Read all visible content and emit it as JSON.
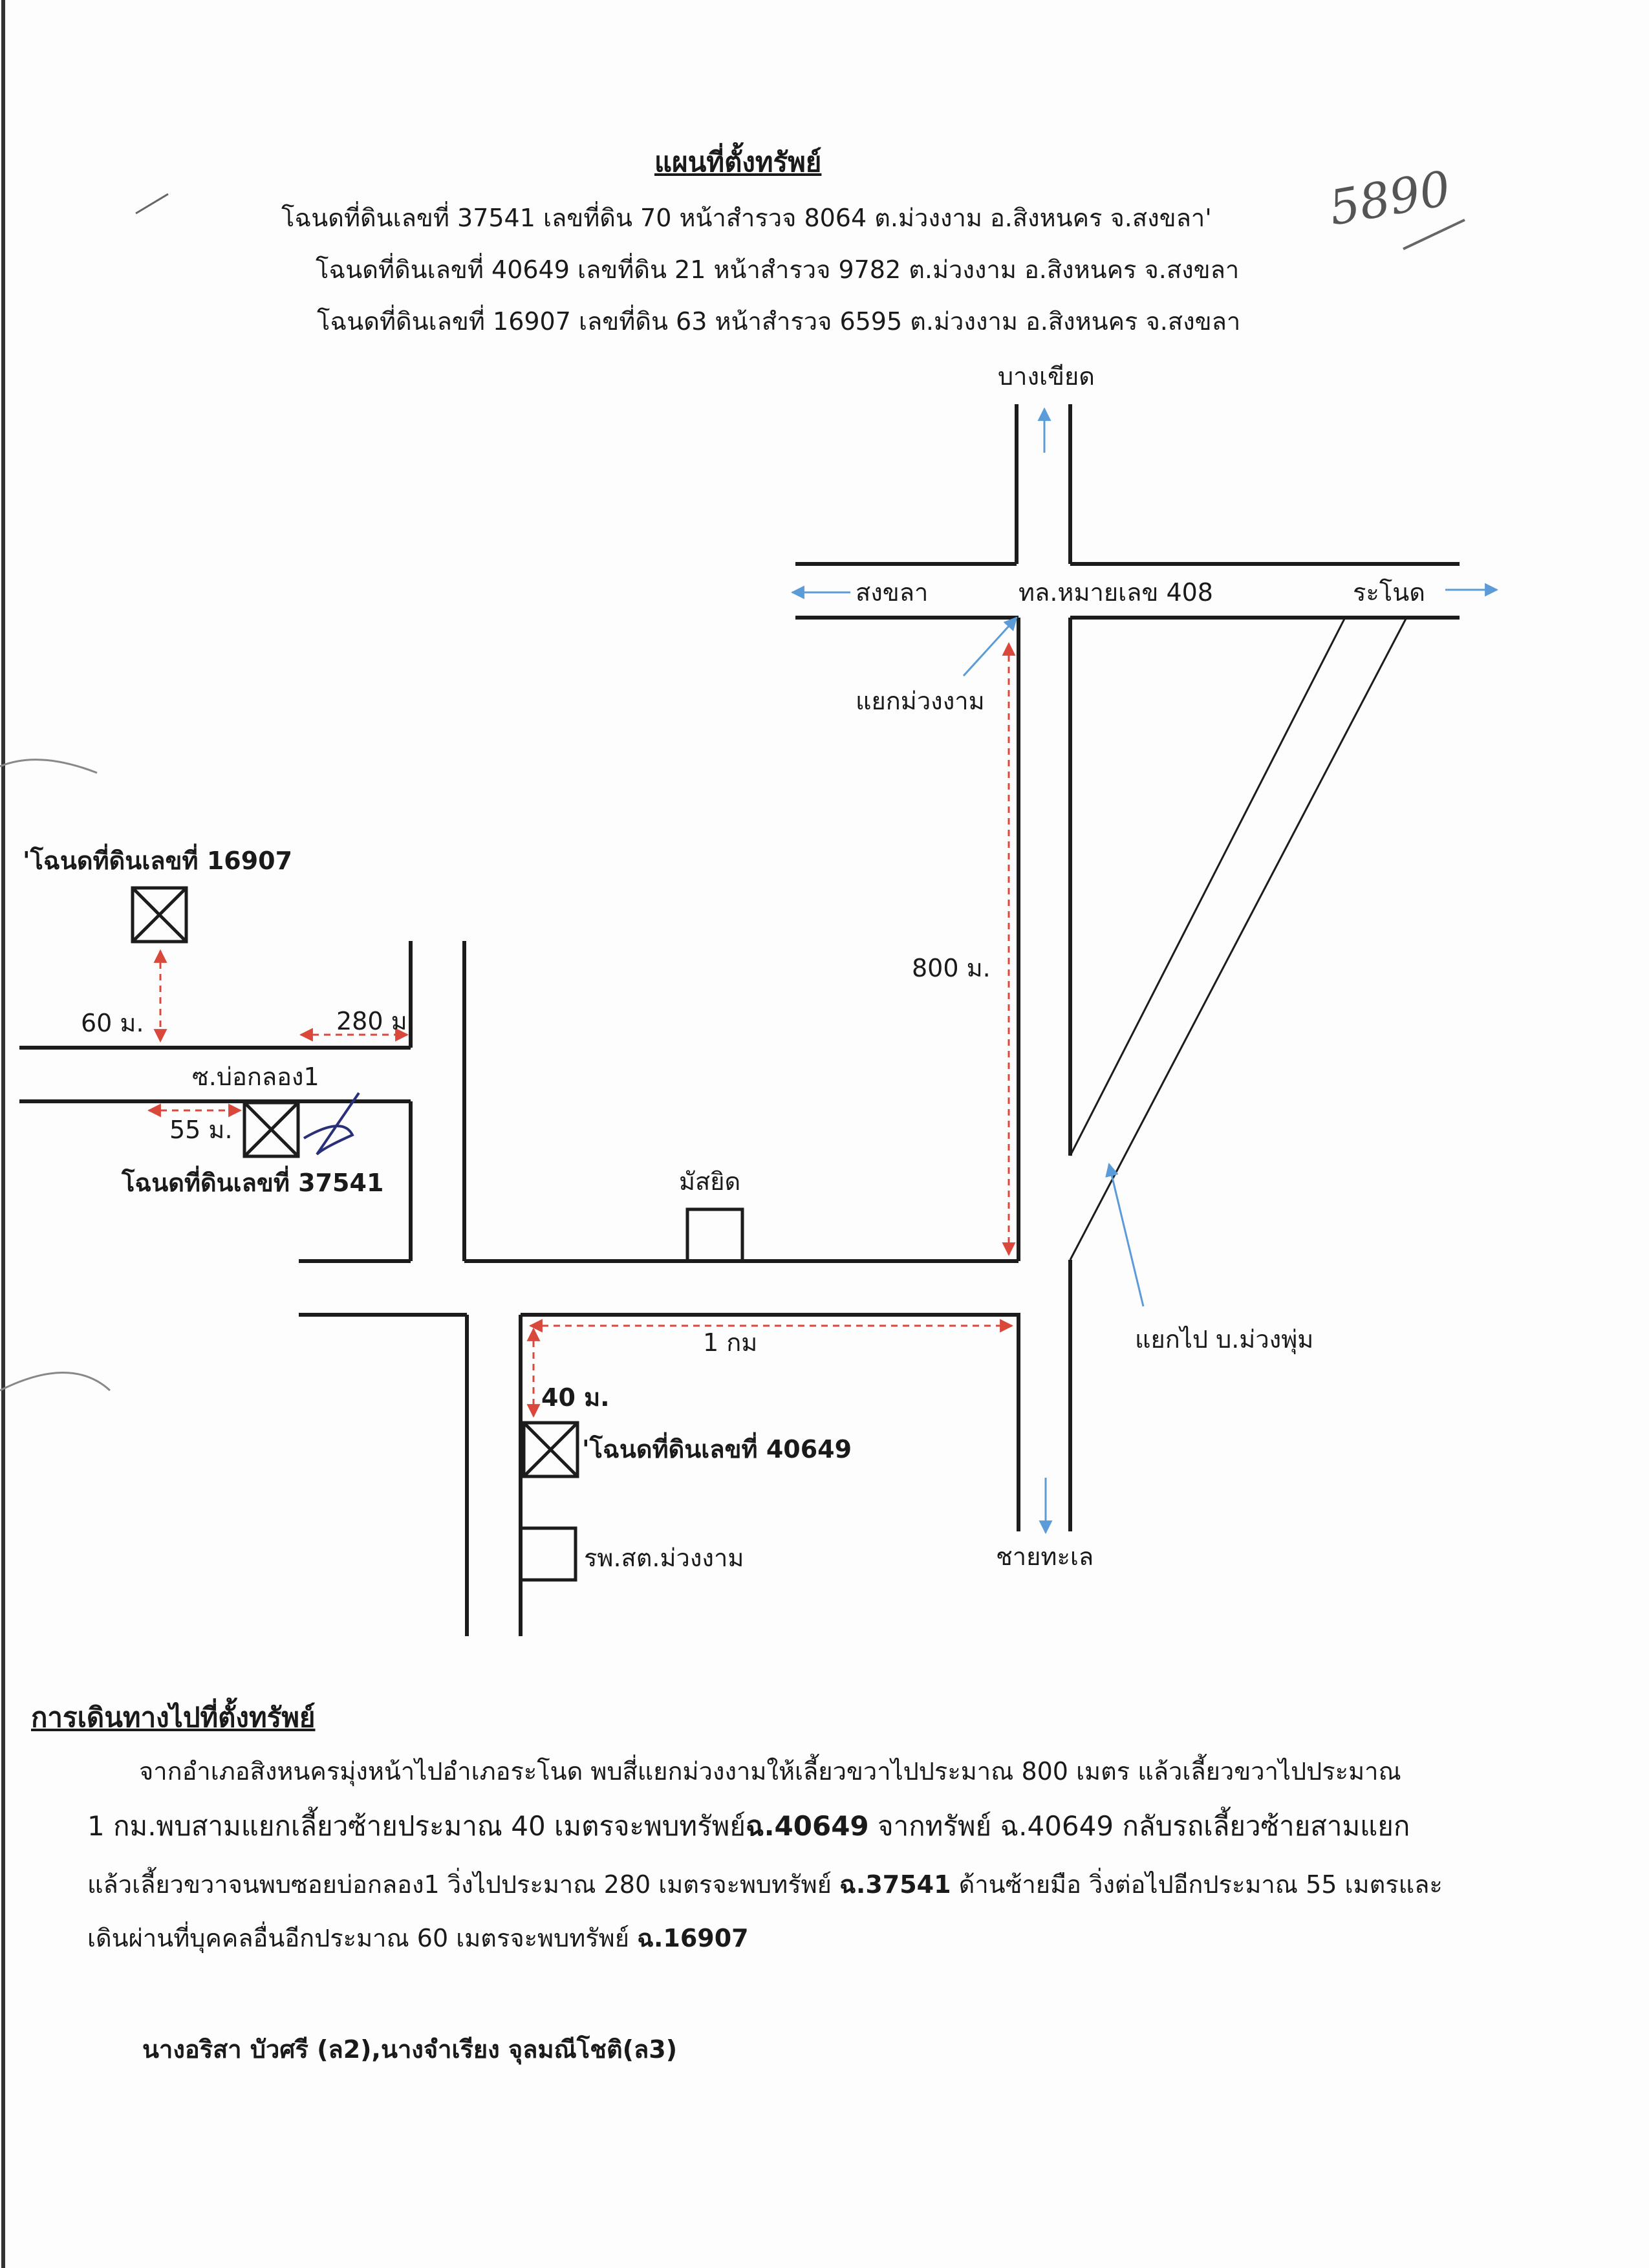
{
  "header": {
    "title": "แผนที่ตั้งทรัพย์",
    "deed_lines": [
      "โฉนดที่ดินเลขที่ 37541 เลขที่ดิน 70 หน้าสำรวจ 8064 ต.ม่วงงาม อ.สิงหนคร จ.สงขลา'",
      "โฉนดที่ดินเลขที่ 40649 เลขที่ดิน 21 หน้าสำรวจ 9782 ต.ม่วงงาม อ.สิงหนคร จ.สงขลา",
      "โฉนดที่ดินเลขที่ 16907 เลขที่ดิน 63 หน้าสำรวจ 6595 ต.ม่วงงาม อ.สิงหนคร จ.สงขลา"
    ],
    "handwritten_number": "5890"
  },
  "map": {
    "place_bangkhian": "บางเขียด",
    "place_songkhla": "สงขลา",
    "highway": "ทล.หมายเลข 408",
    "place_ranot": "ระโนด",
    "junction_muangngam": "แยกม่วงงาม",
    "dist_800": "800 ม.",
    "deed_16907": "'โฉนดที่ดินเลขที่ 16907",
    "dist_60": "60 ม.",
    "dist_280": "280 ม.",
    "soi_bokklong": "ซ.บ่อกลอง1",
    "dist_55": "55 ม.",
    "deed_37541": "โฉนดที่ดินเลขที่ 37541",
    "mosque": "มัสยิด",
    "dist_1km": "1 กม",
    "branch_muangphum": "แยกไป บ.ม่วงพุ่ม",
    "dist_40": "40 ม.",
    "deed_40649": "'โฉนดที่ดินเลขที่ 40649",
    "health_station": "รพ.สต.ม่วงงาม",
    "place_chaithale": "ชายทะเล",
    "colors": {
      "road": "#1c1c1c",
      "distance_arrow": "#d9483b",
      "direction_arrow": "#5a9bd8"
    }
  },
  "directions": {
    "heading": "การเดินทางไปที่ตั้งทรัพย์",
    "line1": "จากอำเภอสิงหนครมุ่งหน้าไปอำเภอระโนด พบสี่แยกม่วงงามให้เลี้ยวขวาไปประมาณ 800 เมตร แล้วเลี้ยวขวาไปประมาณ",
    "line2_a": "1 กม.พบสามแยกเลี้ยวซ้ายประมาณ 40 เมตรจะพบทรัพย์",
    "line2_b": "ฉ.40649",
    "line2_c": " จากทรัพย์ ฉ.40649 กลับรถเลี้ยวซ้ายสามแยก",
    "line3_a": "แล้วเลี้ยวขวาจนพบซอยบ่อกลอง1 วิ่งไปประมาณ 280 เมตรจะพบทรัพย์ ",
    "line3_b": "ฉ.37541",
    "line3_c": " ด้านซ้ายมือ วิ่งต่อไปอีกประมาณ 55 เมตรและ",
    "line4_a": "เดินผ่านที่บุคคลอื่นอีกประมาณ 60 เมตรจะพบทรัพย์ ",
    "line4_b": "ฉ.16907"
  },
  "owners": "นางอริสา  บัวศรี  (ล2),นางจำเรียง จุลมณีโชติ(ล3)"
}
